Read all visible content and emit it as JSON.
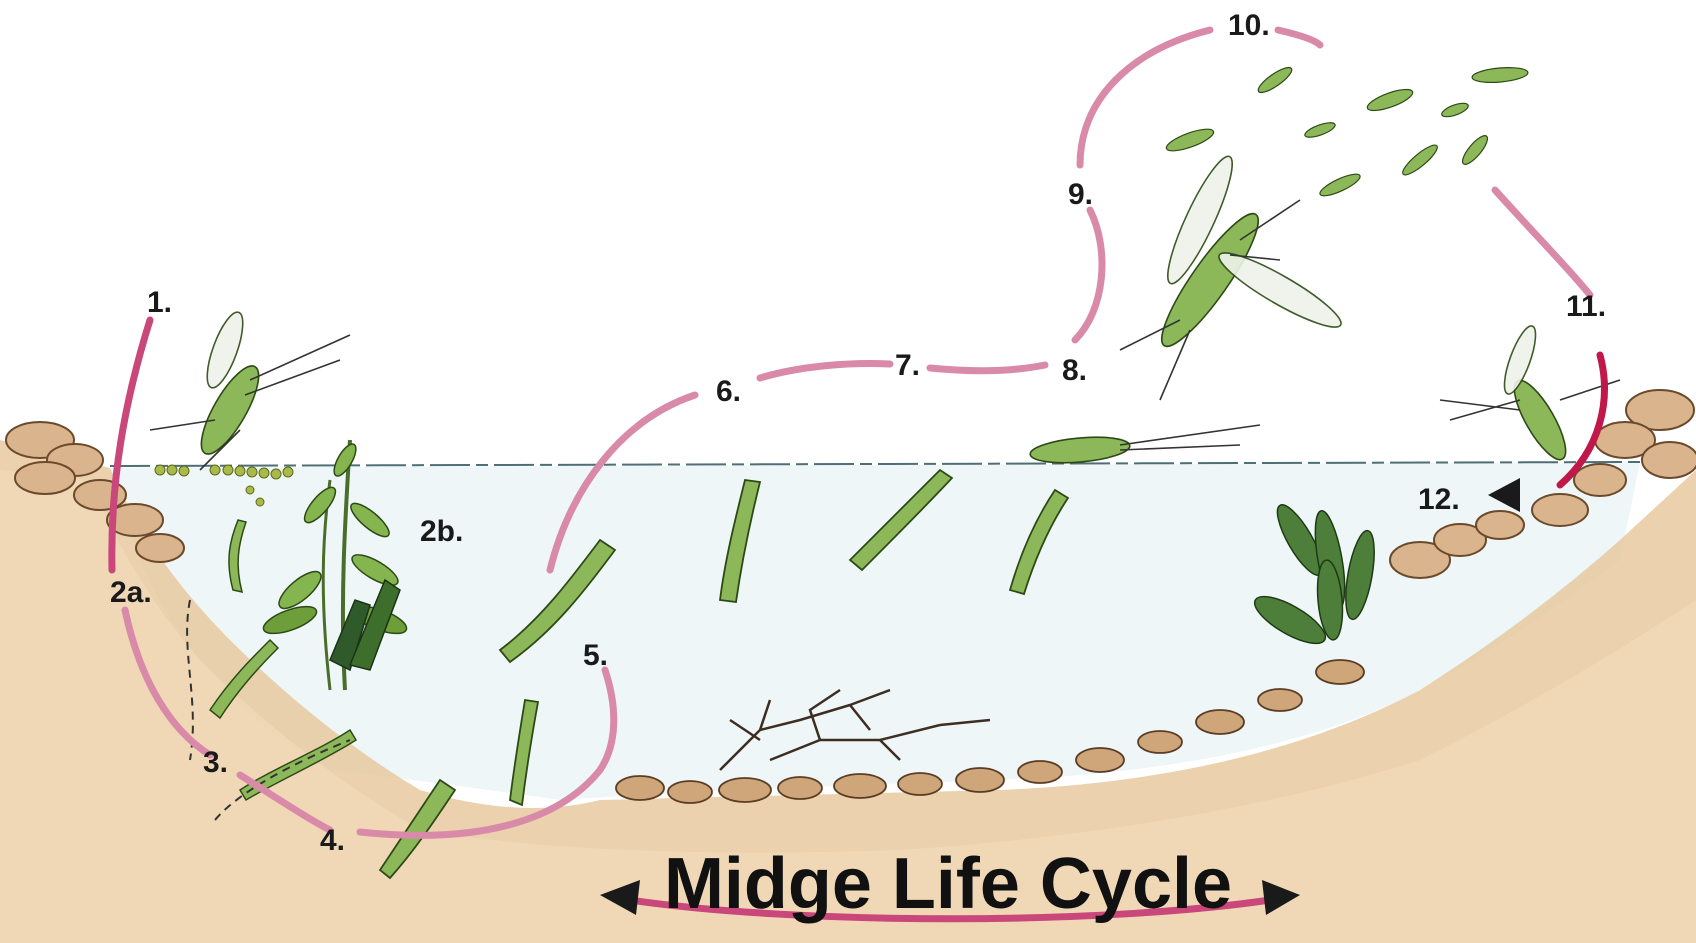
{
  "title": "Midge Life Cycle",
  "stage_labels": {
    "s1": "1.",
    "s2a": "2a.",
    "s2b": "2b.",
    "s3": "3.",
    "s4": "4.",
    "s5": "5.",
    "s6": "6.",
    "s7": "7.",
    "s8": "8.",
    "s9": "9.",
    "s10": "10.",
    "s11": "11.",
    "s12": "12."
  },
  "colors": {
    "cycle_arrow": "#d98aa8",
    "arrow_dark": "#c0184a",
    "soil": "#e8c9a0",
    "water": "#eef6f8",
    "insect": "#8cb85a",
    "rock": "#d9b48c"
  }
}
